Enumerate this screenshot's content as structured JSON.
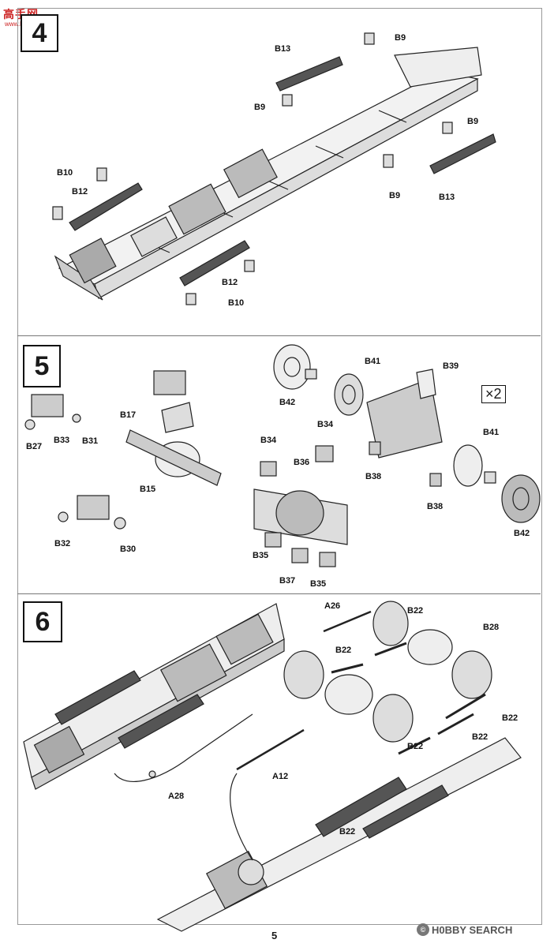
{
  "site_logo": {
    "text": "高手网",
    "sub": "www.hobbyi.com"
  },
  "steps": [
    {
      "number": "4"
    },
    {
      "number": "5"
    },
    {
      "number": "6"
    }
  ],
  "step4_labels": [
    "B9",
    "B13",
    "B9",
    "B9",
    "B13",
    "B9",
    "B10",
    "B12",
    "B12",
    "B10"
  ],
  "step5_labels": [
    "B41",
    "B39",
    "B42",
    "B34",
    "B34",
    "B36",
    "B17",
    "B15",
    "B27",
    "B33",
    "B31",
    "B38",
    "B41",
    "B38",
    "B42",
    "B32",
    "B30",
    "B35",
    "B37",
    "B35"
  ],
  "step5_multiplier": "×2",
  "step6_labels": [
    "A26",
    "B22",
    "B28",
    "B22",
    "B22",
    "B22",
    "B22",
    "A12",
    "A28",
    "B22"
  ],
  "page_number": "5",
  "watermark": {
    "icon": "©",
    "text": "H0BBY SEARCH"
  }
}
